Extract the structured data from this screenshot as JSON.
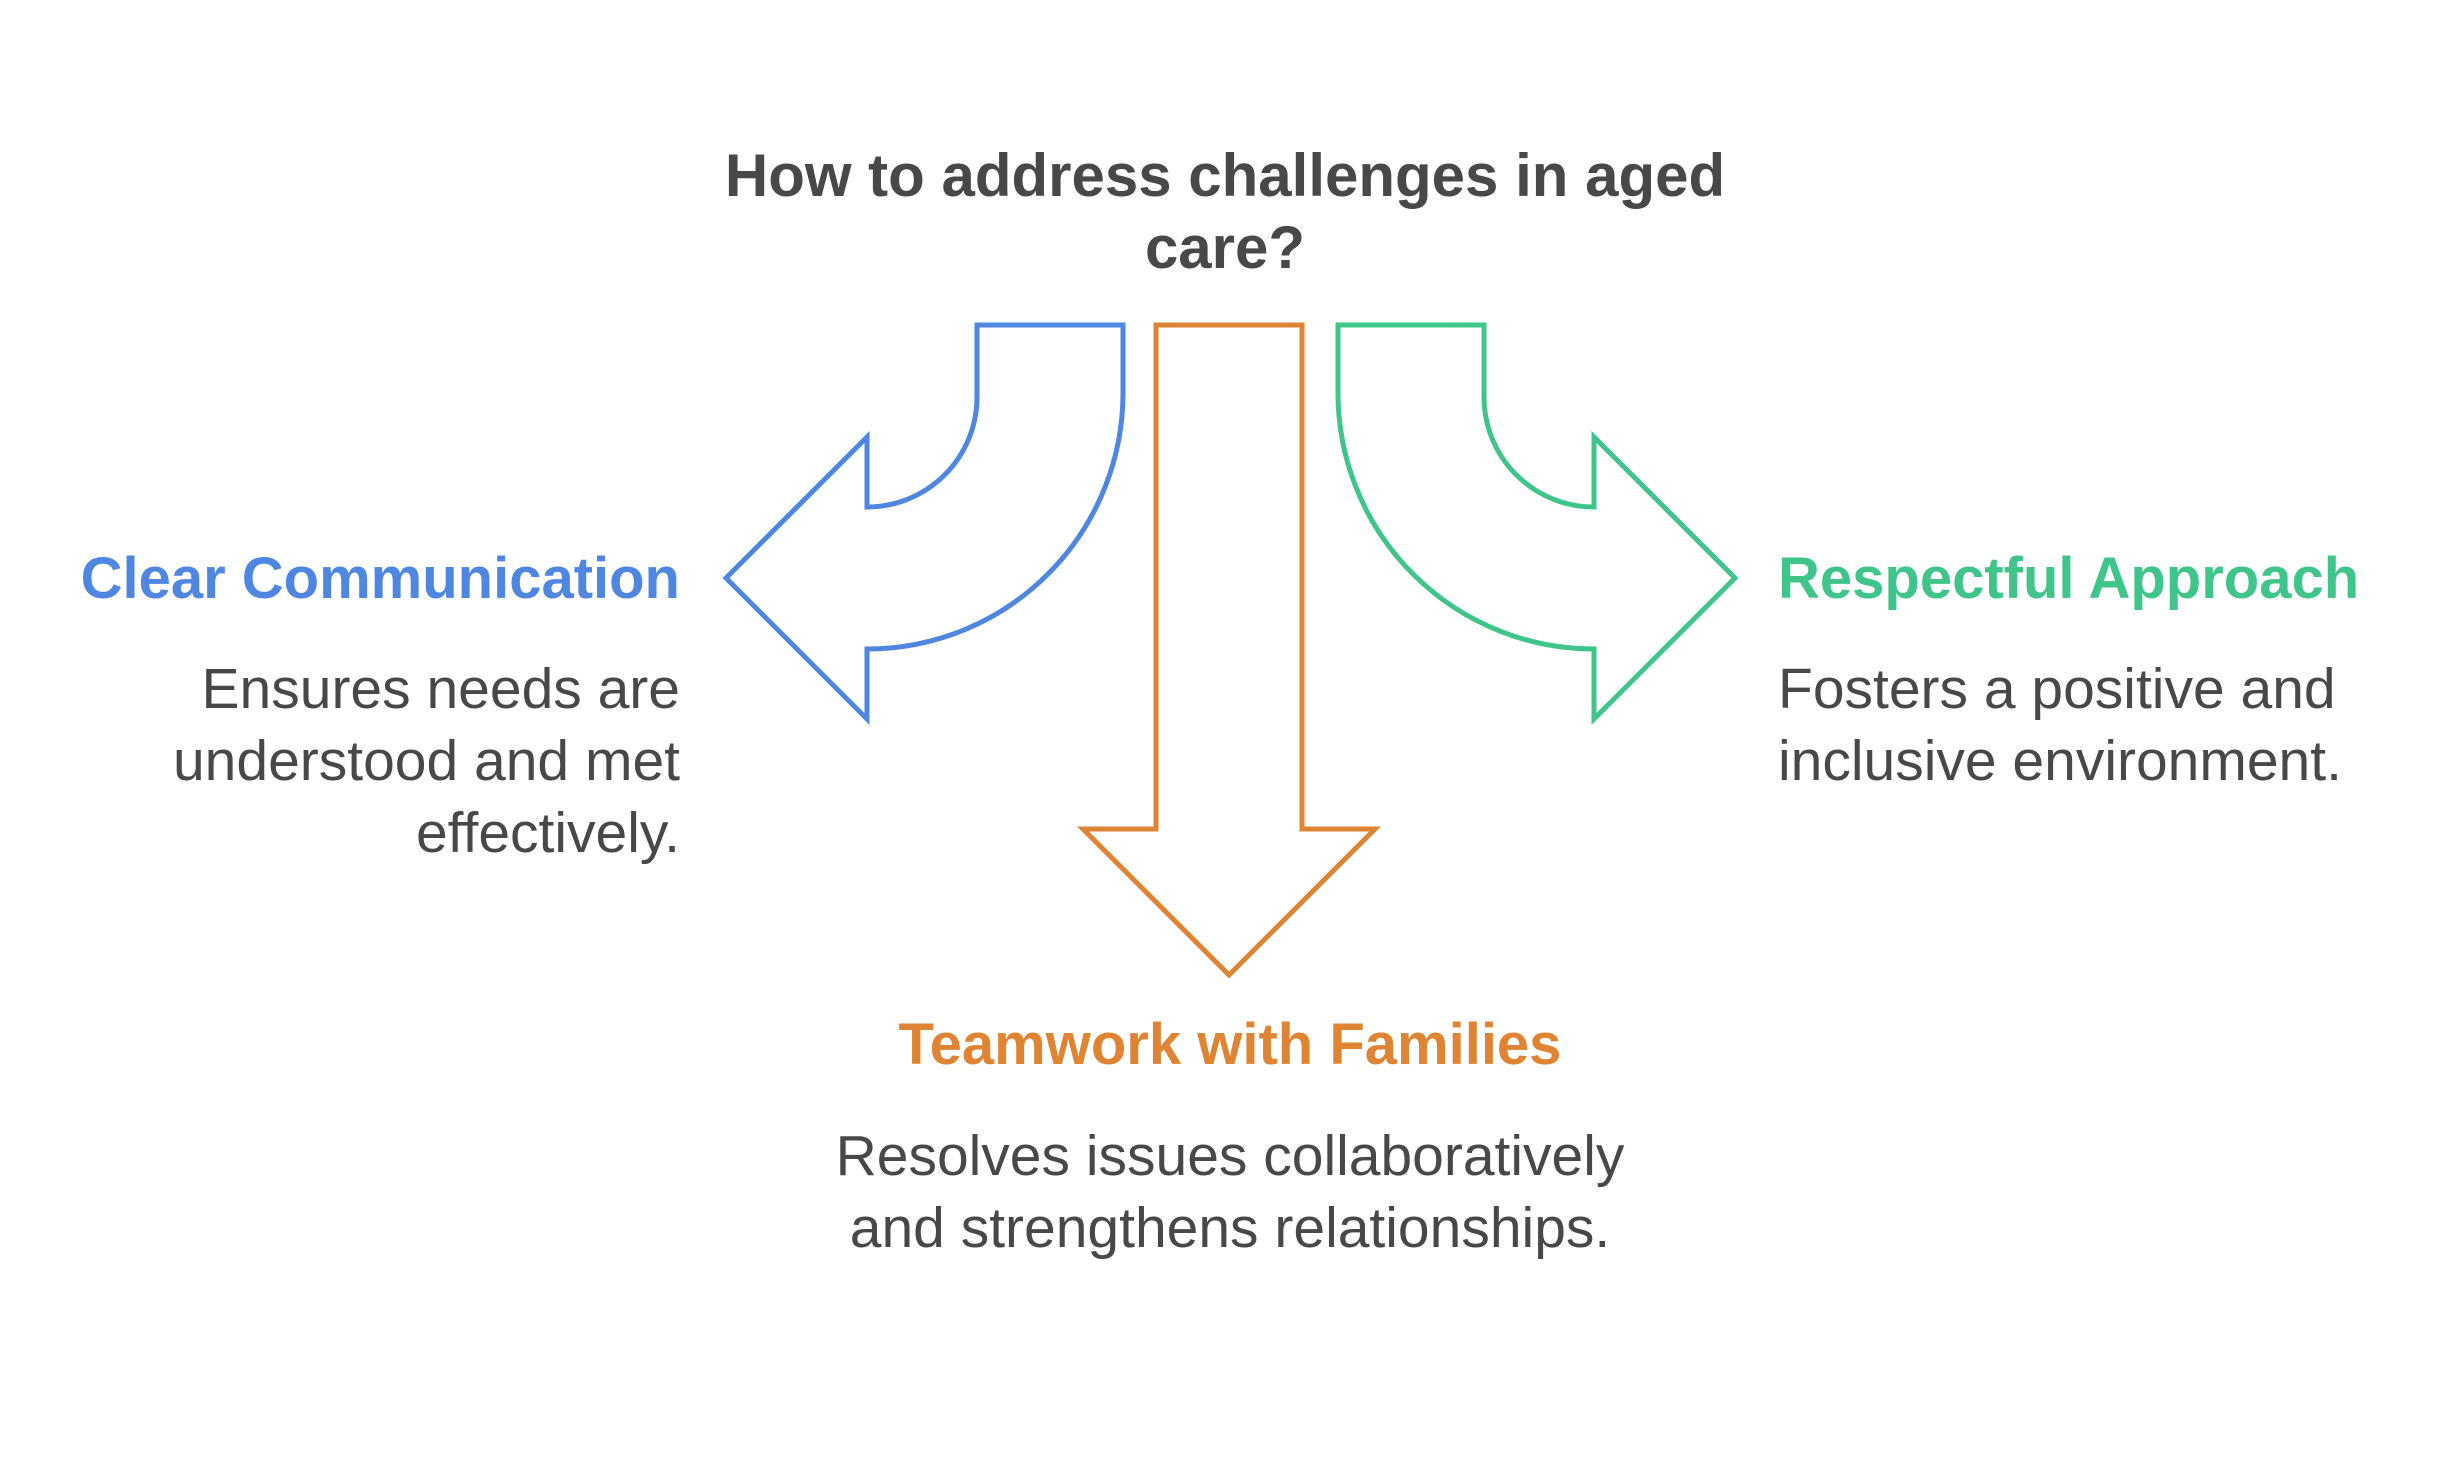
{
  "title": "How to address challenges in aged care?",
  "colors": {
    "text": "#484848",
    "blue": "#4f86e0",
    "orange": "#de8433",
    "green": "#3fc589"
  },
  "branches": {
    "left": {
      "heading": "Clear Communication",
      "description": "Ensures needs are understood and met effectively.",
      "color": "#4f86e0",
      "icon": "curved-arrow-left-icon"
    },
    "center": {
      "heading": "Teamwork with Families",
      "description": "Resolves issues collaboratively and strengthens relationships.",
      "color": "#de8433",
      "icon": "arrow-down-icon"
    },
    "right": {
      "heading": "Respectful Approach",
      "description": "Fosters a positive and inclusive environment.",
      "color": "#3fc589",
      "icon": "curved-arrow-right-icon"
    }
  }
}
